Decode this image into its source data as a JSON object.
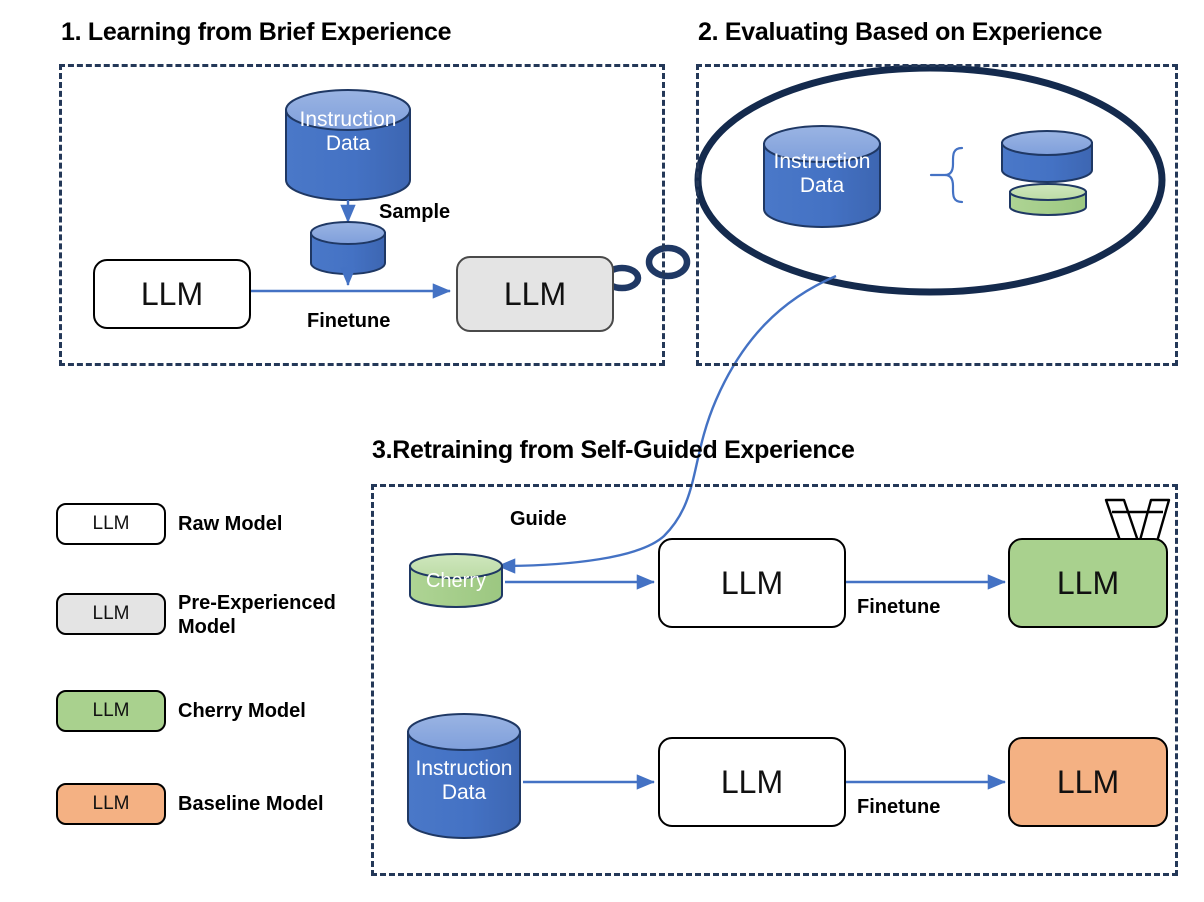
{
  "figure": {
    "title_absent": true,
    "background": "#ffffff"
  },
  "colors": {
    "navy_outline": "#1f3864",
    "dashed_border": "#243858",
    "arrow_blue": "#4472c4",
    "cylinder_blue_body": "#4472c4",
    "cylinder_blue_top": "#8faadc",
    "cylinder_green_body": "#a9d18e",
    "cylinder_green_top": "#c5e0b4",
    "llm_gray": "#e4e4e4",
    "llm_green": "#a9d18e",
    "llm_orange": "#f4b183",
    "text_black": "#000000"
  },
  "panels": [
    {
      "id": "panel1",
      "title": "1. Learning from Brief Experience"
    },
    {
      "id": "panel2",
      "title": "2. Evaluating Based on Experience"
    },
    {
      "id": "panel3",
      "title": "3.Retraining from Self-Guided Experience"
    }
  ],
  "panel1": {
    "title": "1. Learning from Brief Experience",
    "instruction_cylinder": {
      "line1": "Instruction",
      "line2": "Data"
    },
    "sample_label": "Sample",
    "finetune_label": "Finetune",
    "raw_llm": "LLM",
    "pre_experienced_llm": "LLM",
    "sampled_cylinder_label": ""
  },
  "panel2": {
    "title": "2. Evaluating Based on Experience",
    "instruction_cylinder": {
      "line1": "Instruction",
      "line2": "Data"
    },
    "brace": "{",
    "split_blue_label": "",
    "split_green_label": ""
  },
  "panel3": {
    "title": "3.Retraining from Self-Guided Experience",
    "guide_label": "Guide",
    "row_cherry": {
      "cylinder_label": "Cherry",
      "mid_llm": "LLM",
      "finetune_label": "Finetune",
      "result_llm": "LLM",
      "badge": "medal-icon"
    },
    "row_baseline": {
      "cylinder": {
        "line1": "Instruction",
        "line2": "Data"
      },
      "mid_llm": "LLM",
      "finetune_label": "Finetune",
      "result_llm": "LLM"
    }
  },
  "legend": {
    "items": [
      {
        "swatch": "LLM",
        "label_line1": "Raw Model",
        "label_line2": "",
        "style": "white"
      },
      {
        "swatch": "LLM",
        "label_line1": "Pre-Experienced",
        "label_line2": "Model",
        "style": "gray"
      },
      {
        "swatch": "LLM",
        "label_line1": "Cherry Model",
        "label_line2": "",
        "style": "green"
      },
      {
        "swatch": "LLM",
        "label_line1": "Baseline Model",
        "label_line2": "",
        "style": "orange"
      }
    ]
  }
}
